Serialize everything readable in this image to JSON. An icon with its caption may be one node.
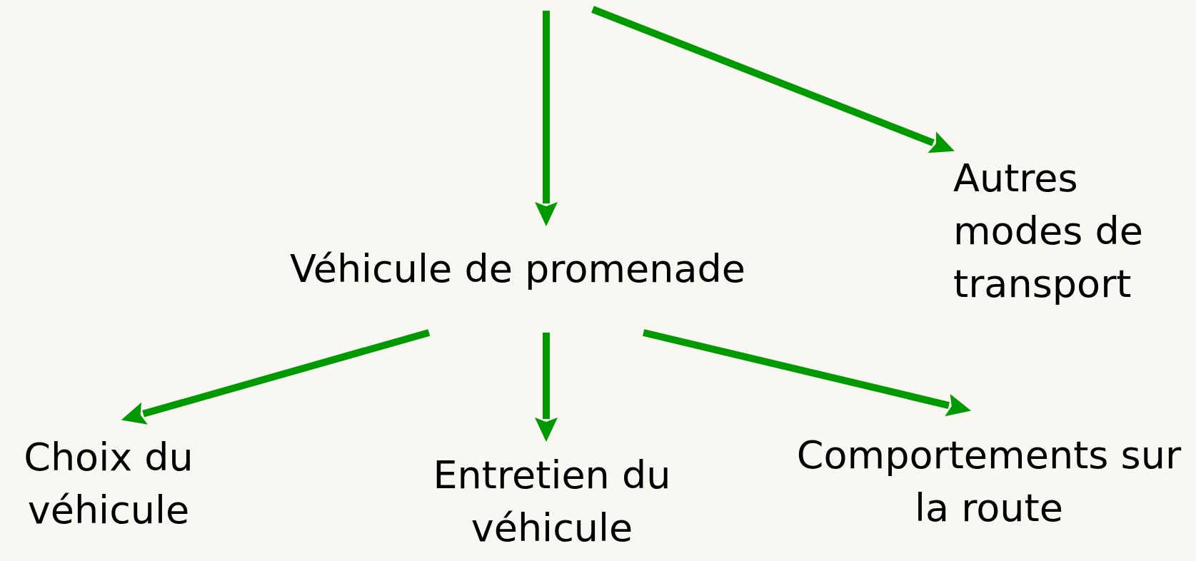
{
  "diagram": {
    "nodes": [
      {
        "text": [
          "Véhicule de promenade"
        ]
      },
      {
        "text": [
          "Autres modes de transport"
        ]
      },
      {
        "text": [
          "Choix du véhicule"
        ]
      },
      {
        "text": [
          "Entretien du véhicule"
        ]
      },
      {
        "text": [
          "Comportements sur la route"
        ]
      }
    ],
    "edges": [
      {
        "from": null,
        "to": 0,
        "arrow": "to"
      },
      {
        "from": null,
        "to": 1,
        "arrow": "to"
      },
      {
        "from": 0,
        "to": 2,
        "arrow": "to"
      },
      {
        "from": 0,
        "to": 3,
        "arrow": "to"
      },
      {
        "from": 0,
        "to": 4,
        "arrow": "to"
      }
    ]
  }
}
